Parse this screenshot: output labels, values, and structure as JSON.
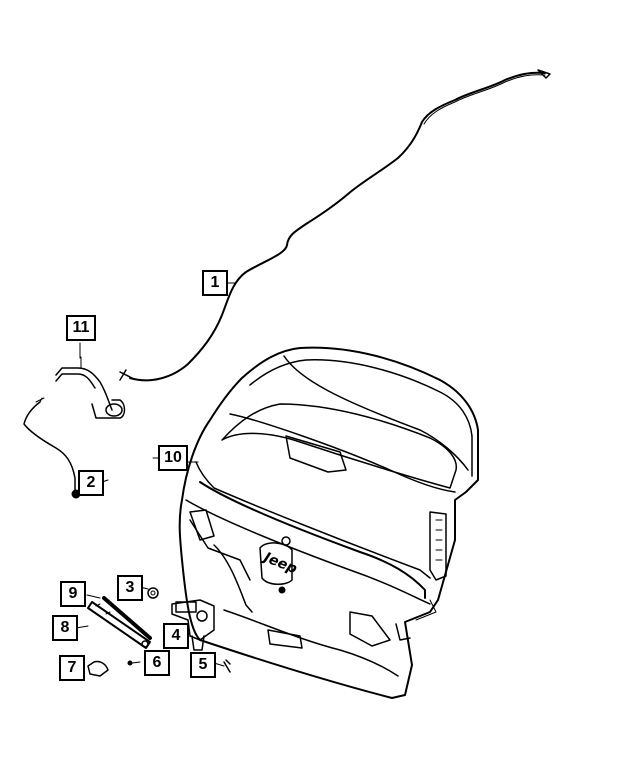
{
  "diagram": {
    "callouts": [
      {
        "id": "c1",
        "label": "1"
      },
      {
        "id": "c2",
        "label": "2"
      },
      {
        "id": "c3",
        "label": "3"
      },
      {
        "id": "c4",
        "label": "4"
      },
      {
        "id": "c5",
        "label": "5"
      },
      {
        "id": "c6",
        "label": "6"
      },
      {
        "id": "c7",
        "label": "7"
      },
      {
        "id": "c8",
        "label": "8"
      },
      {
        "id": "c9",
        "label": "9"
      },
      {
        "id": "c10",
        "label": "10"
      },
      {
        "id": "c11",
        "label": "11"
      }
    ],
    "emblem": "Jeep"
  }
}
